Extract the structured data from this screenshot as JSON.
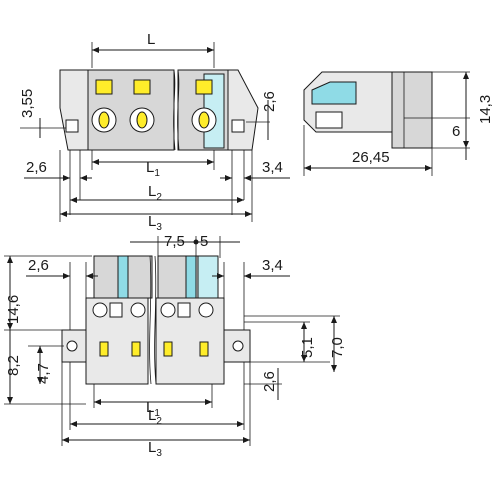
{
  "labels": {
    "top_L": "L",
    "top_355": "3,55",
    "top_26_left": "2,6",
    "top_26_right": "2,6",
    "top_34": "3,4",
    "top_L1": "L",
    "top_L2": "L",
    "top_L3": "L",
    "side_143": "14,3",
    "side_6": "6",
    "side_2645": "26,45",
    "bot_75": "7,5",
    "bot_5": "5",
    "bot_146": "14,6",
    "bot_26_left": "2,6",
    "bot_34": "3,4",
    "bot_82": "8,2",
    "bot_47": "4,7",
    "bot_51": "5,1",
    "bot_70": "7,0",
    "bot_26_right": "2,6",
    "bot_L1": "L",
    "bot_L2": "L",
    "bot_L3": "L"
  },
  "subscripts": {
    "one": "1",
    "two": "2",
    "three": "3"
  },
  "colors": {
    "housing": "#d7d7d7",
    "housing_light": "#e9e9e9",
    "release_cyan": "#8fdbe6",
    "lever_yellow": "#ffed2a",
    "line": "#1a1a1a"
  }
}
